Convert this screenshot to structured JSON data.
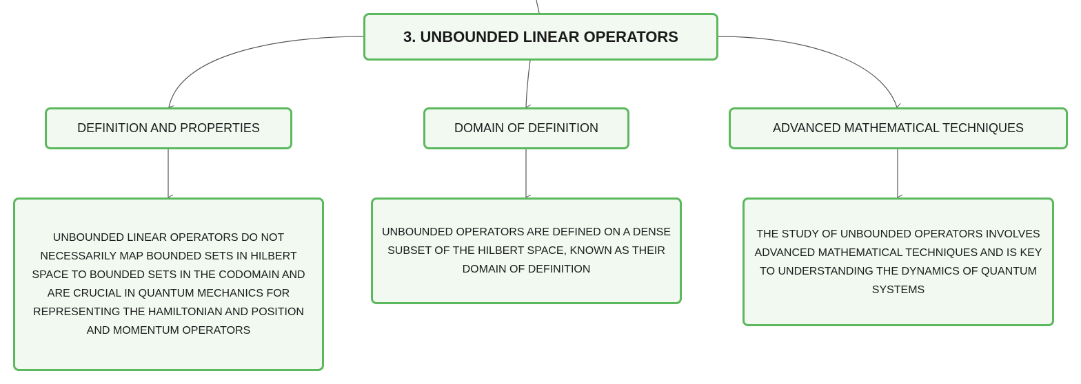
{
  "root": {
    "title": "3. UNBOUNDED LINEAR OPERATORS"
  },
  "branches": [
    {
      "title": "DEFINITION AND PROPERTIES",
      "detail": "UNBOUNDED LINEAR OPERATORS DO NOT NECESSARILY MAP BOUNDED SETS IN HILBERT SPACE TO BOUNDED SETS IN THE CODOMAIN AND ARE CRUCIAL IN QUANTUM MECHANICS FOR REPRESENTING THE HAMILTONIAN AND POSITION AND MOMENTUM OPERATORS"
    },
    {
      "title": "DOMAIN OF DEFINITION",
      "detail": "UNBOUNDED OPERATORS ARE DEFINED ON A DENSE SUBSET OF THE HILBERT SPACE, KNOWN AS THEIR DOMAIN OF DEFINITION"
    },
    {
      "title": "ADVANCED MATHEMATICAL TECHNIQUES",
      "detail": "THE STUDY OF UNBOUNDED OPERATORS INVOLVES ADVANCED MATHEMATICAL TECHNIQUES AND IS KEY TO UNDERSTANDING THE DYNAMICS OF QUANTUM SYSTEMS"
    }
  ],
  "colors": {
    "node_border": "#5cb85c",
    "node_fill": "#f1f9f1",
    "connector": "#555555",
    "text": "#1a1a1a"
  }
}
